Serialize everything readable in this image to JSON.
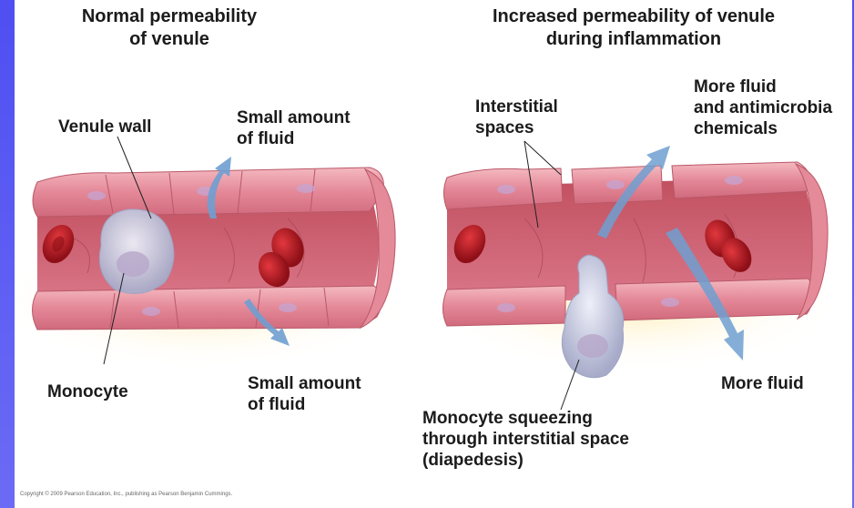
{
  "colors": {
    "border": "#5c5cf0",
    "vessel_outer": "#e58a96",
    "vessel_light": "#f3b6bd",
    "vessel_inner": "#c85a6c",
    "rbc": "#b31d24",
    "arrow": "#5f95c8",
    "monocyte": "#c9cbe0"
  },
  "left": {
    "title_line1": "Normal permeability",
    "title_line2": "of venule",
    "venule_wall": "Venule wall",
    "fluid_top_line1": "Small amount",
    "fluid_top_line2": "of fluid",
    "monocyte": "Monocyte",
    "fluid_bottom_line1": "Small amount",
    "fluid_bottom_line2": "of fluid"
  },
  "right": {
    "title_line1": "Increased permeability of venule",
    "title_line2": "during inflammation",
    "interstitial_line1": "Interstitial",
    "interstitial_line2": "spaces",
    "more_fluid_top_line1": "More fluid",
    "more_fluid_top_line2": "and antimicrobia",
    "more_fluid_top_line3": "chemicals",
    "more_fluid_bottom": "More fluid",
    "diapedesis_line1": "Monocyte squeezing",
    "diapedesis_line2": "through interstitial space",
    "diapedesis_line3": "(diapedesis)"
  },
  "copyright": "Copyright © 2009 Pearson Education, Inc., publishing as Pearson Benjamin Cummings."
}
